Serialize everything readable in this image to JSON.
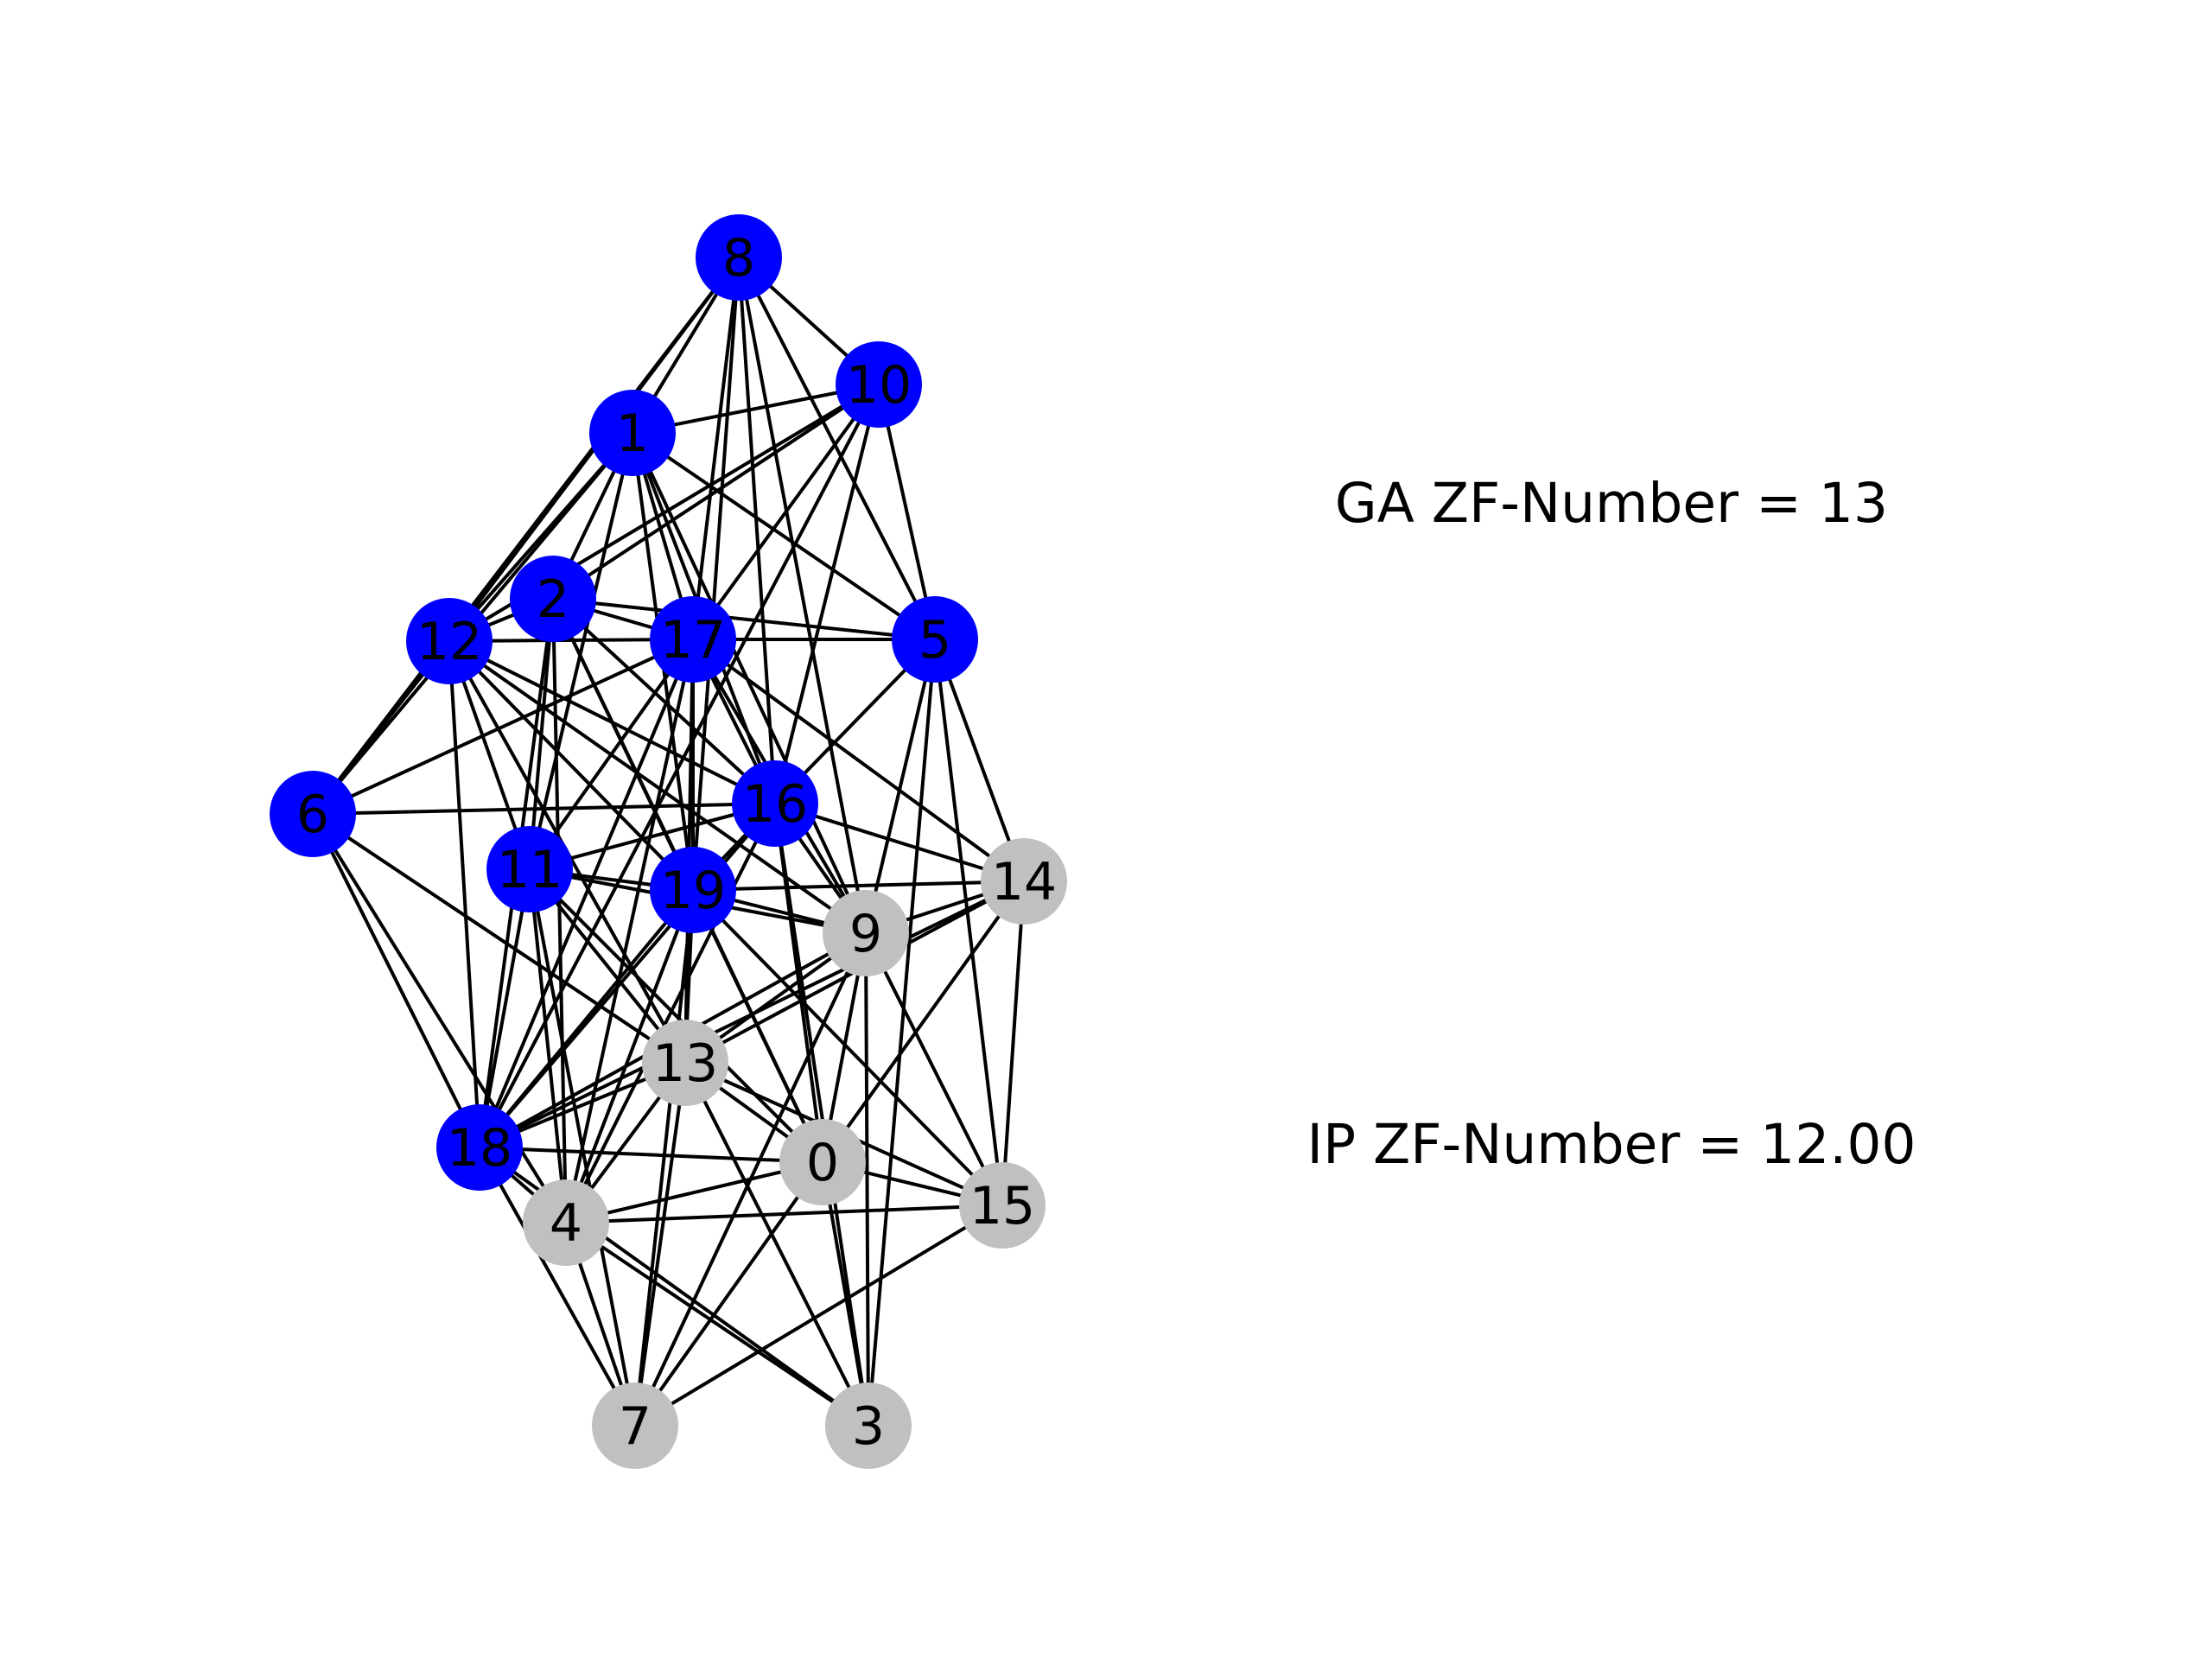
{
  "annotations": {
    "ga_label": "GA ZF-Number = 13",
    "ip_label": "IP ZF-Number = 12.00"
  },
  "colors": {
    "selected": "#0000ff",
    "unselected": "#c0c0c0",
    "edge": "#000000"
  },
  "nodes": [
    {
      "id": "8",
      "selected": true
    },
    {
      "id": "10",
      "selected": true
    },
    {
      "id": "1",
      "selected": true
    },
    {
      "id": "2",
      "selected": true
    },
    {
      "id": "12",
      "selected": true
    },
    {
      "id": "17",
      "selected": true
    },
    {
      "id": "5",
      "selected": true
    },
    {
      "id": "6",
      "selected": true
    },
    {
      "id": "16",
      "selected": true
    },
    {
      "id": "11",
      "selected": true
    },
    {
      "id": "19",
      "selected": true
    },
    {
      "id": "14",
      "selected": false
    },
    {
      "id": "9",
      "selected": false
    },
    {
      "id": "13",
      "selected": false
    },
    {
      "id": "18",
      "selected": true
    },
    {
      "id": "0",
      "selected": false
    },
    {
      "id": "15",
      "selected": false
    },
    {
      "id": "4",
      "selected": false
    },
    {
      "id": "7",
      "selected": false
    },
    {
      "id": "3",
      "selected": false
    }
  ],
  "edges": [
    [
      "8",
      "10"
    ],
    [
      "8",
      "1"
    ],
    [
      "8",
      "12"
    ],
    [
      "8",
      "6"
    ],
    [
      "8",
      "17"
    ],
    [
      "8",
      "16"
    ],
    [
      "8",
      "19"
    ],
    [
      "8",
      "5"
    ],
    [
      "8",
      "9"
    ],
    [
      "10",
      "1"
    ],
    [
      "10",
      "2"
    ],
    [
      "10",
      "12"
    ],
    [
      "10",
      "17"
    ],
    [
      "10",
      "5"
    ],
    [
      "10",
      "16"
    ],
    [
      "10",
      "18"
    ],
    [
      "1",
      "12"
    ],
    [
      "1",
      "6"
    ],
    [
      "1",
      "2"
    ],
    [
      "1",
      "17"
    ],
    [
      "1",
      "16"
    ],
    [
      "1",
      "11"
    ],
    [
      "1",
      "19"
    ],
    [
      "1",
      "9"
    ],
    [
      "1",
      "5"
    ],
    [
      "2",
      "12"
    ],
    [
      "2",
      "17"
    ],
    [
      "2",
      "5"
    ],
    [
      "2",
      "16"
    ],
    [
      "2",
      "11"
    ],
    [
      "2",
      "19"
    ],
    [
      "2",
      "4"
    ],
    [
      "2",
      "18"
    ],
    [
      "2",
      "0"
    ],
    [
      "12",
      "17"
    ],
    [
      "12",
      "6"
    ],
    [
      "12",
      "16"
    ],
    [
      "12",
      "11"
    ],
    [
      "12",
      "19"
    ],
    [
      "12",
      "13"
    ],
    [
      "12",
      "18"
    ],
    [
      "12",
      "9"
    ],
    [
      "17",
      "5"
    ],
    [
      "17",
      "6"
    ],
    [
      "17",
      "16"
    ],
    [
      "17",
      "11"
    ],
    [
      "17",
      "19"
    ],
    [
      "17",
      "13"
    ],
    [
      "17",
      "18"
    ],
    [
      "17",
      "9"
    ],
    [
      "17",
      "14"
    ],
    [
      "17",
      "4"
    ],
    [
      "5",
      "16"
    ],
    [
      "5",
      "14"
    ],
    [
      "5",
      "9"
    ],
    [
      "5",
      "15"
    ],
    [
      "5",
      "3"
    ],
    [
      "6",
      "16"
    ],
    [
      "6",
      "13"
    ],
    [
      "6",
      "18"
    ],
    [
      "6",
      "4"
    ],
    [
      "16",
      "19"
    ],
    [
      "16",
      "14"
    ],
    [
      "16",
      "9"
    ],
    [
      "16",
      "0"
    ],
    [
      "16",
      "18"
    ],
    [
      "16",
      "4"
    ],
    [
      "16",
      "11"
    ],
    [
      "16",
      "3"
    ],
    [
      "11",
      "19"
    ],
    [
      "11",
      "9"
    ],
    [
      "11",
      "13"
    ],
    [
      "11",
      "18"
    ],
    [
      "11",
      "4"
    ],
    [
      "11",
      "7"
    ],
    [
      "11",
      "0"
    ],
    [
      "19",
      "9"
    ],
    [
      "19",
      "14"
    ],
    [
      "19",
      "13"
    ],
    [
      "19",
      "18"
    ],
    [
      "19",
      "0"
    ],
    [
      "19",
      "15"
    ],
    [
      "19",
      "4"
    ],
    [
      "19",
      "7"
    ],
    [
      "14",
      "9"
    ],
    [
      "14",
      "13"
    ],
    [
      "14",
      "0"
    ],
    [
      "14",
      "15"
    ],
    [
      "14",
      "18"
    ],
    [
      "9",
      "13"
    ],
    [
      "9",
      "0"
    ],
    [
      "9",
      "15"
    ],
    [
      "9",
      "7"
    ],
    [
      "9",
      "3"
    ],
    [
      "9",
      "18"
    ],
    [
      "13",
      "18"
    ],
    [
      "13",
      "0"
    ],
    [
      "13",
      "4"
    ],
    [
      "13",
      "7"
    ],
    [
      "13",
      "3"
    ],
    [
      "13",
      "15"
    ],
    [
      "18",
      "4"
    ],
    [
      "18",
      "0"
    ],
    [
      "18",
      "7"
    ],
    [
      "18",
      "3"
    ],
    [
      "0",
      "15"
    ],
    [
      "0",
      "4"
    ],
    [
      "0",
      "3"
    ],
    [
      "0",
      "7"
    ],
    [
      "15",
      "7"
    ],
    [
      "15",
      "4"
    ],
    [
      "4",
      "7"
    ],
    [
      "4",
      "3"
    ]
  ]
}
